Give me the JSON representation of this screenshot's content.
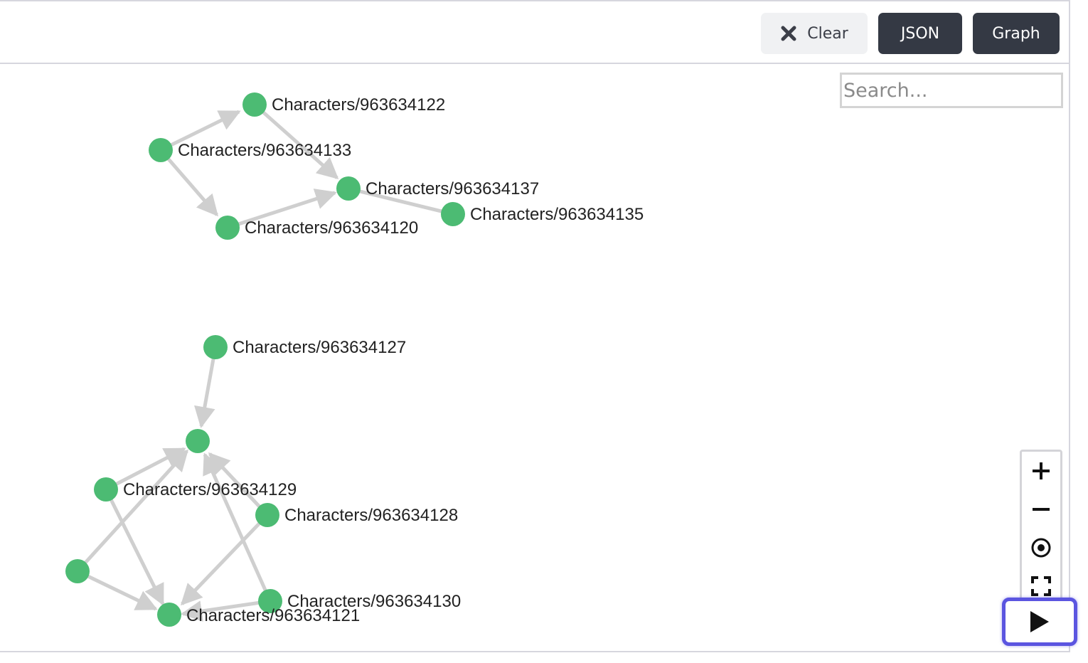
{
  "toolbar": {
    "clear_label": "Clear",
    "json_label": "JSON",
    "graph_label": "Graph"
  },
  "search": {
    "placeholder": "Search..."
  },
  "graph": {
    "node_color": "#4cbb73",
    "edge_color": "#cfcfcf",
    "labels": {
      "n122": "Characters/963634122",
      "n133": "Characters/963634133",
      "n137": "Characters/963634137",
      "n135": "Characters/963634135",
      "n120": "Characters/963634120",
      "n127": "Characters/963634127",
      "n129": "Characters/963634129",
      "n128": "Characters/963634128",
      "n130": "Characters/963634130",
      "n121": "Characters/963634121"
    }
  },
  "zoom_controls": {
    "items": [
      "zoom-in",
      "zoom-out",
      "center",
      "fit-screen",
      "play"
    ],
    "highlight_color": "#5b55e0"
  }
}
